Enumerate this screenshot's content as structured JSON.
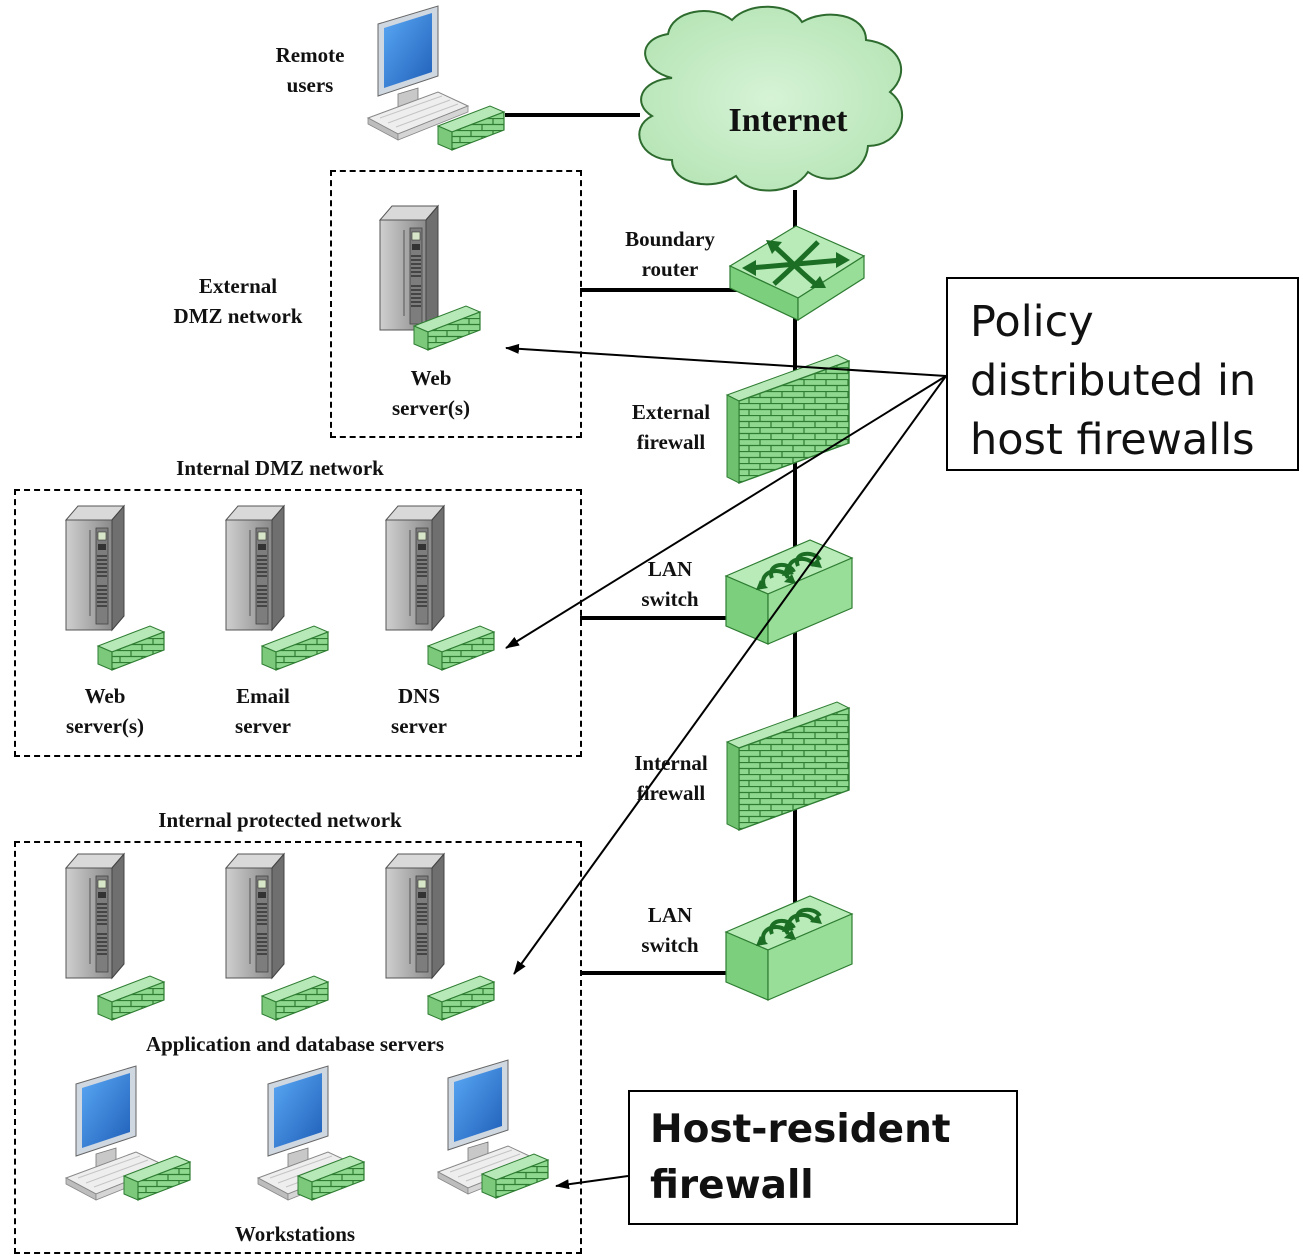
{
  "nodes": {
    "remote_users": {
      "label_line1": "Remote",
      "label_line2": "users"
    },
    "internet": {
      "label": "Internet"
    },
    "boundary_router": {
      "label_line1": "Boundary",
      "label_line2": "router"
    },
    "external_firewall": {
      "label_line1": "External",
      "label_line2": "firewall"
    },
    "lan_switch_1": {
      "label_line1": "LAN",
      "label_line2": "switch"
    },
    "internal_firewall": {
      "label_line1": "Internal",
      "label_line2": "firewall"
    },
    "lan_switch_2": {
      "label_line1": "LAN",
      "label_line2": "switch"
    }
  },
  "zones": {
    "external_dmz": {
      "title_line1": "External",
      "title_line2": "DMZ network",
      "server_label_line1": "Web",
      "server_label_line2": "server(s)"
    },
    "internal_dmz": {
      "title": "Internal DMZ network",
      "servers": [
        {
          "line1": "Web",
          "line2": "server(s)"
        },
        {
          "line1": "Email",
          "line2": "server"
        },
        {
          "line1": "DNS",
          "line2": "server"
        }
      ]
    },
    "internal_protected": {
      "title": "Internal protected network",
      "servers_caption": "Application and database servers",
      "workstations_caption": "Workstations"
    }
  },
  "callouts": {
    "policy": {
      "line1": "Policy",
      "line2": "distributed in",
      "line3": "host firewalls"
    },
    "host_resident": {
      "line1": "Host-resident",
      "line2": "firewall"
    }
  },
  "colors": {
    "firewall_green": "#8fd88f",
    "cloud_green": "#c6ecc6",
    "device_green": "#9fe09f",
    "monitor_blue": "#3a86e0",
    "server_gray": "#9a9a9a"
  }
}
